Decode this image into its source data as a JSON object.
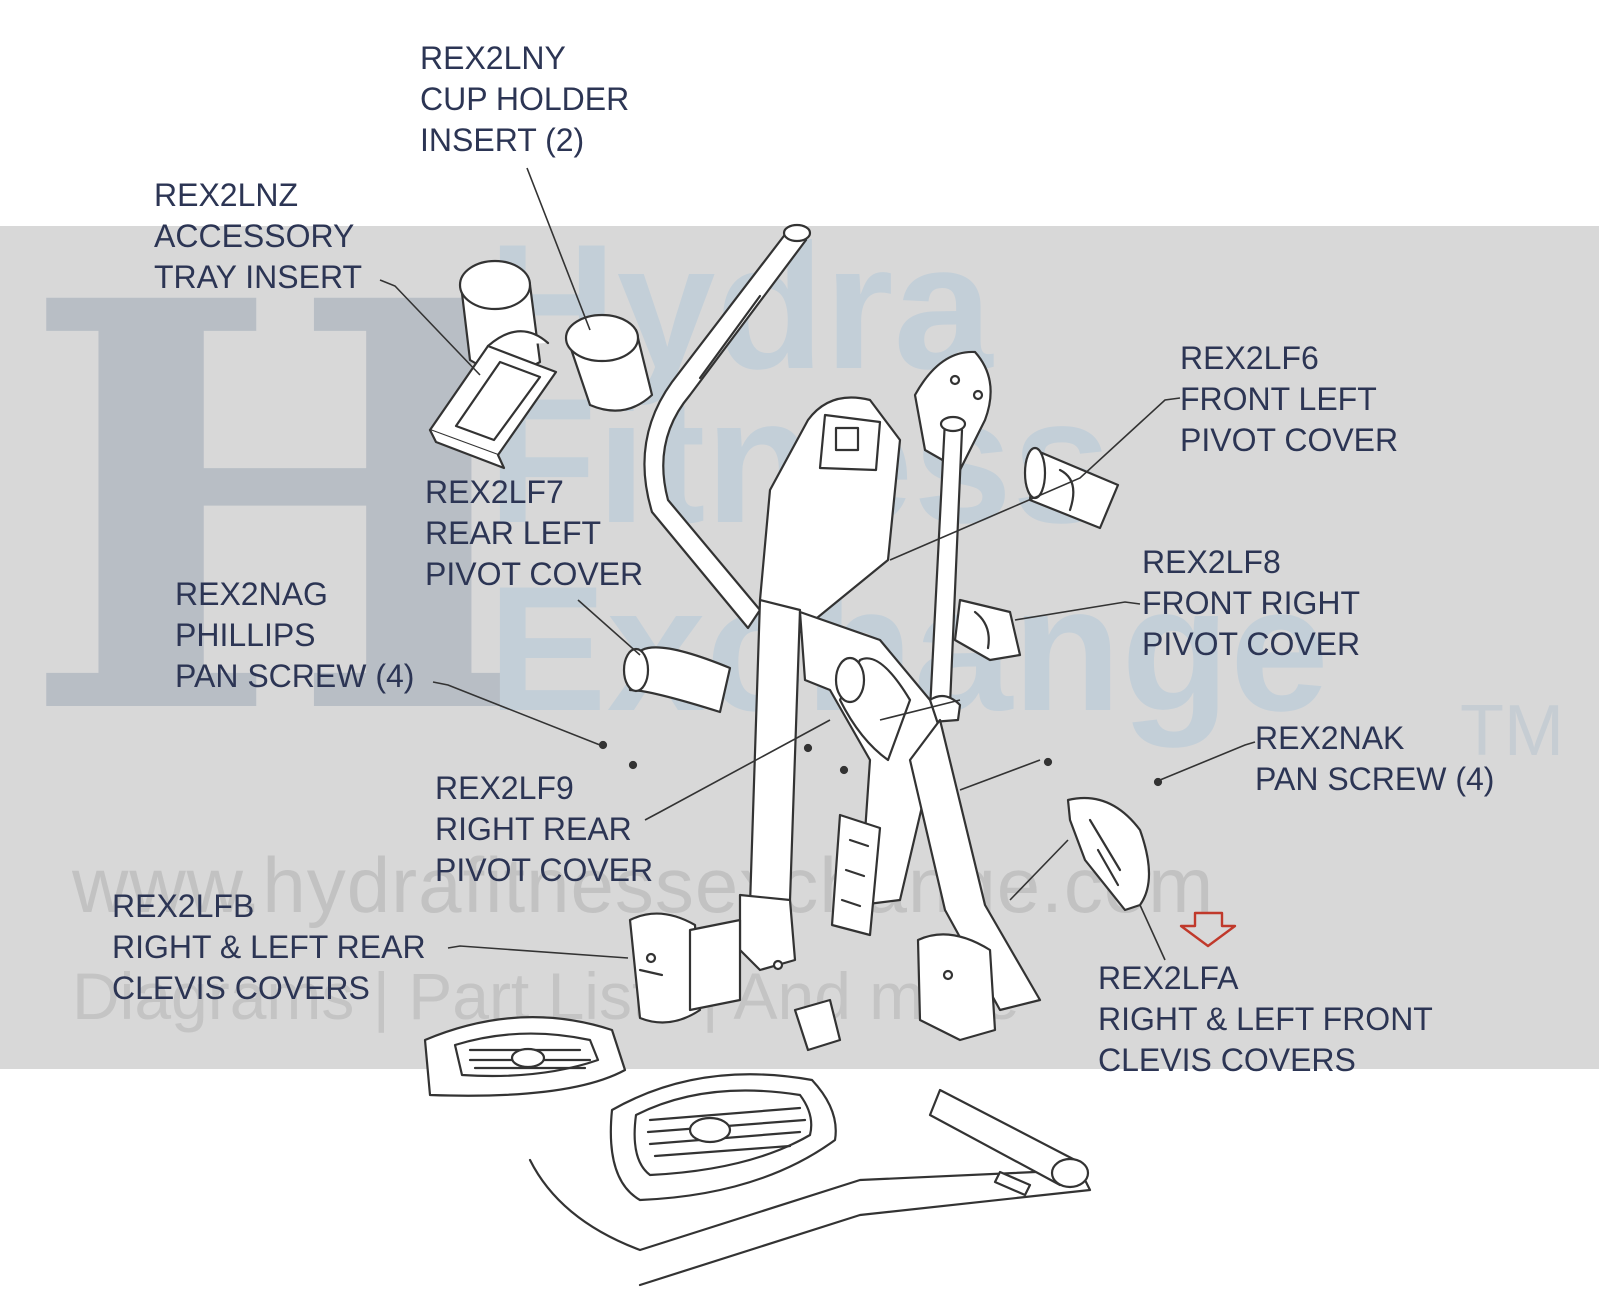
{
  "watermark": {
    "letter": "H",
    "words": [
      "Hydra",
      "Fitness",
      "Exchange"
    ],
    "trademark": "TM",
    "url": "www.hydrafitnessexchange.com",
    "tagline": "Diagrams | Part Lists | And more"
  },
  "callouts": [
    {
      "id": "rex2lny",
      "lines": [
        "REX2LNY",
        "CUP HOLDER",
        "INSERT (2)"
      ]
    },
    {
      "id": "rex2lnz",
      "lines": [
        "REX2LNZ",
        "ACCESSORY",
        "TRAY INSERT"
      ]
    },
    {
      "id": "rex2lf6",
      "lines": [
        "REX2LF6",
        "FRONT LEFT",
        "PIVOT COVER"
      ]
    },
    {
      "id": "rex2lf7",
      "lines": [
        "REX2LF7",
        "REAR LEFT",
        "PIVOT COVER"
      ]
    },
    {
      "id": "rex2nag",
      "lines": [
        "REX2NAG",
        "PHILLIPS",
        "PAN SCREW (4)"
      ]
    },
    {
      "id": "rex2lf8",
      "lines": [
        "REX2LF8",
        "FRONT RIGHT",
        "PIVOT COVER"
      ]
    },
    {
      "id": "rex2nak",
      "lines": [
        "REX2NAK",
        "PAN SCREW (4)"
      ]
    },
    {
      "id": "rex2lf9",
      "lines": [
        "REX2LF9",
        "RIGHT REAR",
        "PIVOT COVER"
      ]
    },
    {
      "id": "rex2lfb",
      "lines": [
        "REX2LFB",
        "RIGHT & LEFT REAR",
        "CLEVIS COVERS"
      ]
    },
    {
      "id": "rex2lfa",
      "lines": [
        "REX2LFA",
        "RIGHT & LEFT FRONT",
        "CLEVIS COVERS"
      ]
    }
  ],
  "colors": {
    "text": "#2c3554",
    "line": "#333333",
    "indicator": "#c0392b",
    "band": "#d8d8d8"
  }
}
